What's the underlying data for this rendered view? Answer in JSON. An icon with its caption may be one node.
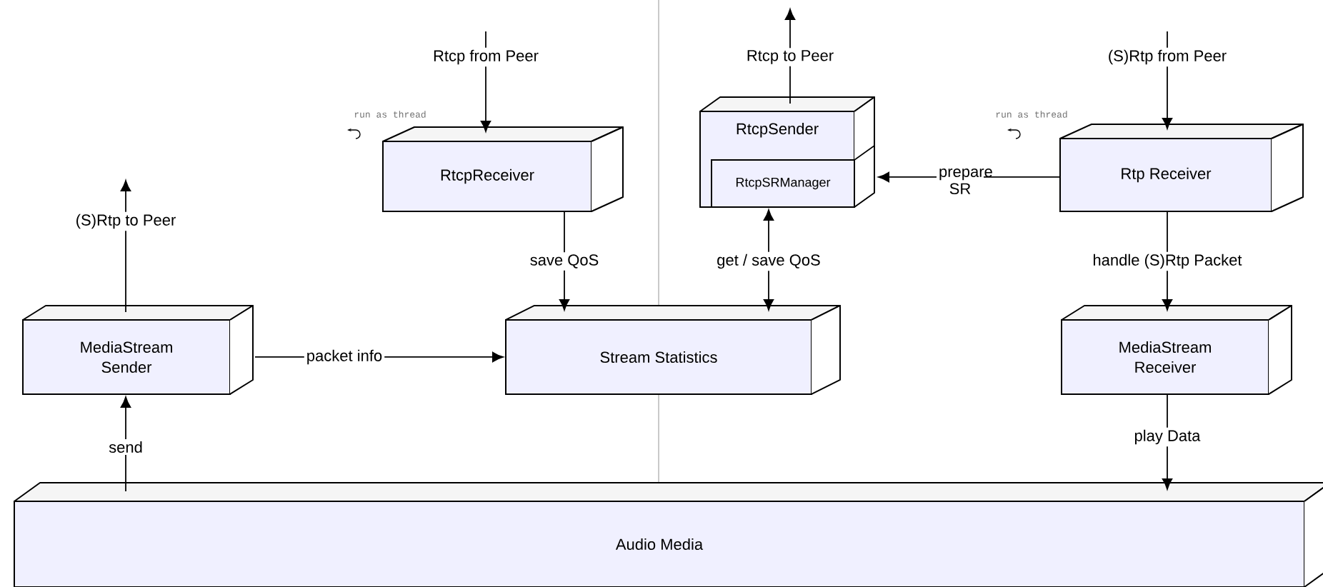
{
  "diagram": {
    "nodes": [
      {
        "text": [
          "RtcpReceiver"
        ]
      },
      {
        "text": [
          "RtcpSender"
        ]
      },
      {
        "text": [
          "RtcpSRManager"
        ],
        "in": 1
      },
      {
        "text": [
          "Rtp Receiver"
        ]
      },
      {
        "text": [
          "MediaStream Sender"
        ]
      },
      {
        "text": [
          "Stream Statistics"
        ]
      },
      {
        "text": [
          "MediaStream Receiver"
        ]
      },
      {
        "text": [
          "Audio Media"
        ]
      }
    ],
    "edges": [
      {
        "from": null,
        "to": 0,
        "arrow": "to",
        "label": "Rtcp from Peer"
      },
      {
        "from": 0,
        "to": 5,
        "arrow": "to",
        "label": "save QoS"
      },
      {
        "from": 1,
        "to": null,
        "arrow": "to",
        "label": "Rtcp to Peer"
      },
      {
        "from": 2,
        "to": 5,
        "arrow": "both",
        "label": "get / save QoS"
      },
      {
        "from": 3,
        "to": 1,
        "arrow": "to",
        "label": "prepare SR"
      },
      {
        "from": null,
        "to": 3,
        "arrow": "to",
        "label": "(S)Rtp from Peer"
      },
      {
        "from": 3,
        "to": 6,
        "arrow": "to",
        "label": "handle (S)Rtp Packet"
      },
      {
        "from": 6,
        "to": 7,
        "arrow": "to",
        "label": "play Data"
      },
      {
        "from": 4,
        "to": null,
        "arrow": "to",
        "label": "(S)Rtp to Peer"
      },
      {
        "from": 7,
        "to": 4,
        "arrow": "to",
        "label": "send"
      },
      {
        "from": 4,
        "to": 5,
        "arrow": "to",
        "label": "packet info"
      }
    ],
    "labels": [
      "run as thread",
      "run as thread"
    ]
  }
}
